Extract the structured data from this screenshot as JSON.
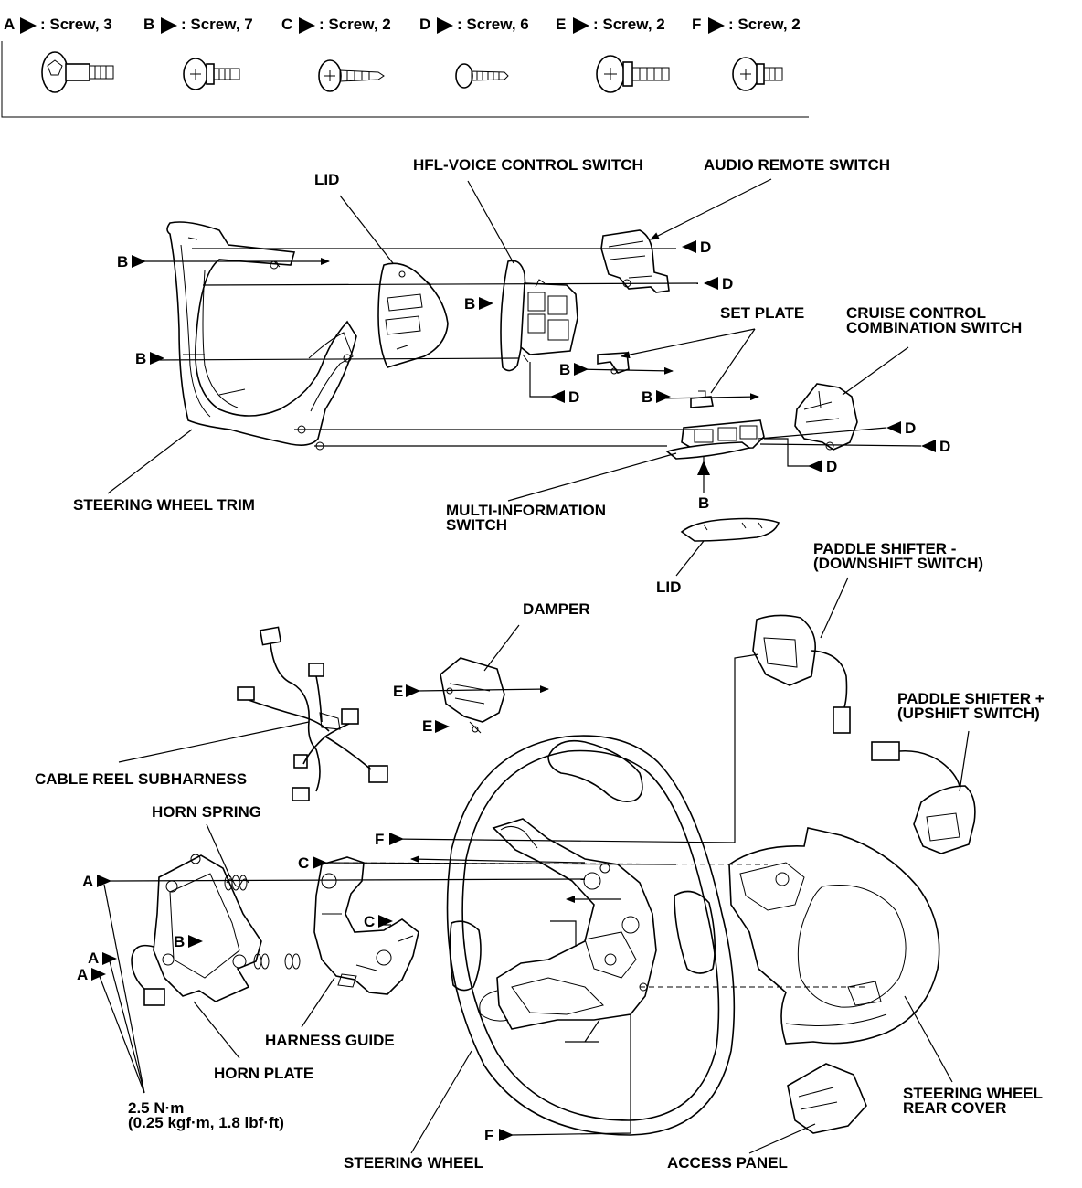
{
  "legend": {
    "items": [
      {
        "letter": "A",
        "text": ": Screw, 3"
      },
      {
        "letter": "B",
        "text": ": Screw, 7"
      },
      {
        "letter": "C",
        "text": ": Screw, 2"
      },
      {
        "letter": "D",
        "text": ": Screw, 6"
      },
      {
        "letter": "E",
        "text": ": Screw, 2"
      },
      {
        "letter": "F",
        "text": ": Screw, 2"
      }
    ]
  },
  "labels": {
    "lid_top": "LID",
    "hfl_voice": "HFL-VOICE CONTROL SWITCH",
    "audio_remote": "AUDIO REMOTE SWITCH",
    "set_plate": "SET PLATE",
    "cruise_1": "CRUISE CONTROL",
    "cruise_2": "COMBINATION SWITCH",
    "steering_trim": "STEERING WHEEL TRIM",
    "multi_info_1": "MULTI-INFORMATION",
    "multi_info_2": "SWITCH",
    "lid_bottom": "LID",
    "paddle_down_1": "PADDLE SHIFTER -",
    "paddle_down_2": "(DOWNSHIFT SWITCH)",
    "damper": "DAMPER",
    "paddle_up_1": "PADDLE SHIFTER +",
    "paddle_up_2": "(UPSHIFT SWITCH)",
    "cable_reel": "CABLE REEL SUBHARNESS",
    "horn_spring": "HORN SPRING",
    "harness_guide": "HARNESS GUIDE",
    "horn_plate": "HORN PLATE",
    "torque_1": "2.5 N·m",
    "torque_2": "(0.25 kgf·m, 1.8 lbf·ft)",
    "steering_wheel": "STEERING WHEEL",
    "access_panel": "ACCESS PANEL",
    "rear_cover_1": "STEERING WHEEL",
    "rear_cover_2": "REAR COVER"
  },
  "fasteners": {
    "a": "A",
    "b": "B",
    "c": "C",
    "d": "D",
    "e": "E",
    "f": "F"
  }
}
